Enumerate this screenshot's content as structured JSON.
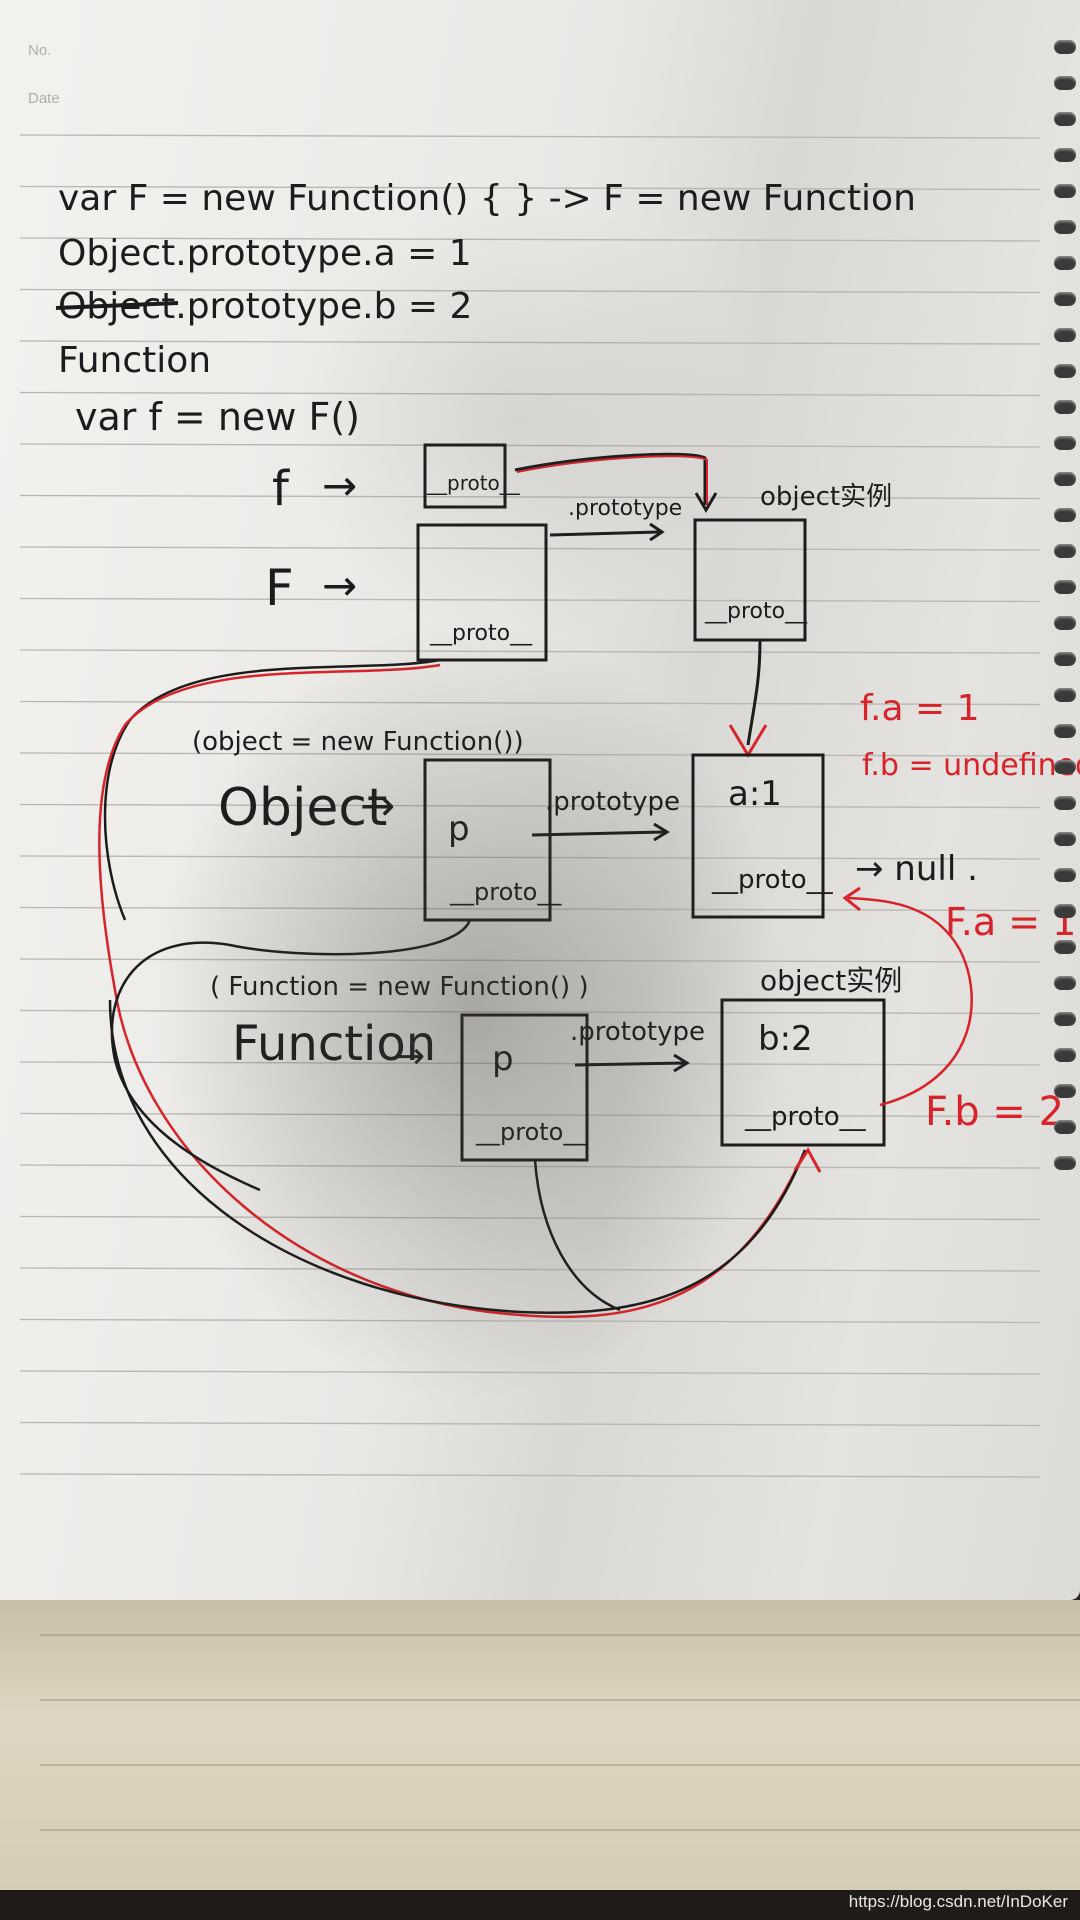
{
  "header": {
    "no_label": "No.",
    "date_label": "Date"
  },
  "code_lines": [
    "var F = new Function() { }  ->  F = new Function",
    "Object.prototype.a = 1",
    "Object.prototype.b = 2",
    "Function",
    "var f = new F()"
  ],
  "labels": {
    "f": "f",
    "arrow": "→",
    "F": "F",
    "object_note": "(object = new Function())",
    "object": "Object",
    "function_note": "( Function = new Function() )",
    "function": "Function",
    "proto": "__proto__",
    "prototype": ".prototype",
    "p": "p",
    "object_instance_1": "object实例",
    "object_instance_2": "object实例",
    "a_val": "a:1",
    "b_val": "b:2",
    "null": "→ null ."
  },
  "results": {
    "fa": "f.a = 1",
    "fb": "f.b = undefined",
    "Fa": "F.a = 1",
    "Fb": "F.b = 2"
  },
  "colors": {
    "ink": "#1c1c1c",
    "red": "#d8232a"
  },
  "watermark": "https://blog.csdn.net/InDoKer"
}
